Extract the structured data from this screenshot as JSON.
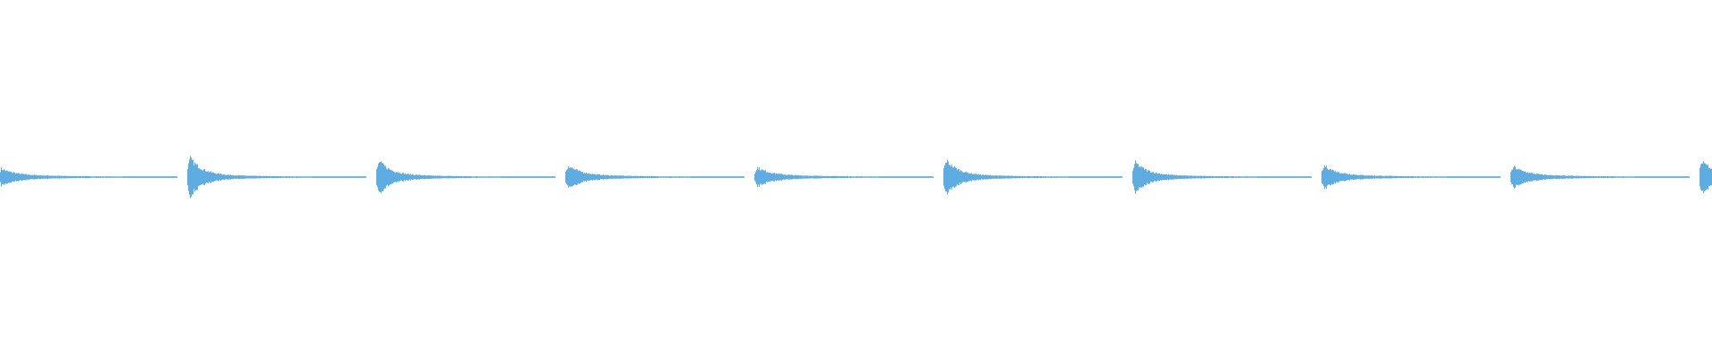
{
  "chart_data": {
    "type": "waveform",
    "color": "#5dade2",
    "background": "#ffffff",
    "axes_visible": false,
    "grid": false,
    "ylim": [
      -1,
      1
    ],
    "bursts": [
      {
        "index": 0,
        "peak": 0.3
      },
      {
        "index": 1,
        "peak": 0.8
      },
      {
        "index": 2,
        "peak": 0.65
      },
      {
        "index": 3,
        "peak": 0.45
      },
      {
        "index": 4,
        "peak": 0.35
      },
      {
        "index": 5,
        "peak": 0.7
      },
      {
        "index": 6,
        "peak": 0.6
      },
      {
        "index": 7,
        "peak": 0.45
      },
      {
        "index": 8,
        "peak": 0.4
      },
      {
        "index": 9,
        "peak": 0.7
      }
    ]
  }
}
